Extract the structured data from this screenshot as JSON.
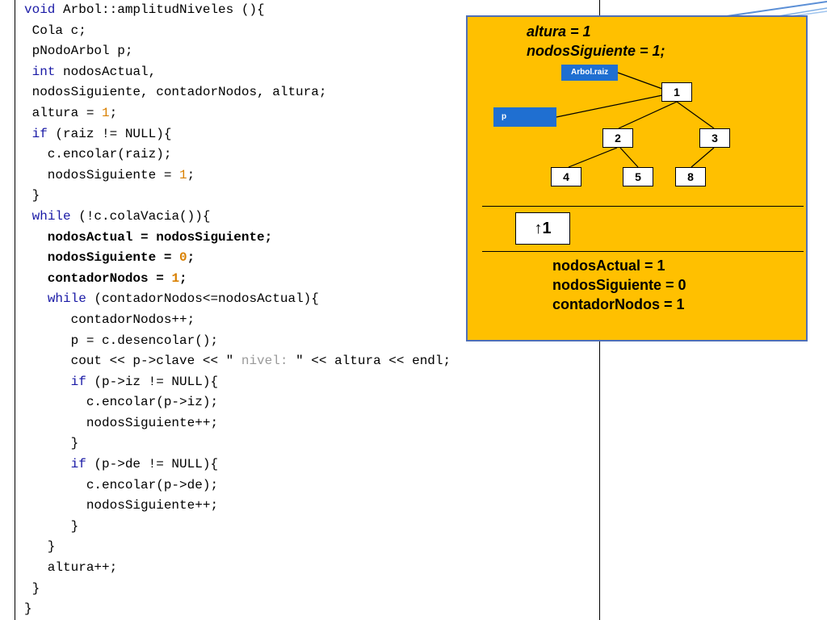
{
  "code_lines": [
    [
      {
        "t": "void ",
        "c": "kw"
      },
      {
        "t": "Arbol::amplitudNiveles (){"
      }
    ],
    [
      {
        "t": " Cola c;"
      }
    ],
    [
      {
        "t": " pNodoArbol p;"
      }
    ],
    [
      {
        "t": " "
      },
      {
        "t": "int",
        "c": "kw"
      },
      {
        "t": " nodosActual,"
      }
    ],
    [
      {
        "t": " nodosSiguiente, contadorNodos, altura;"
      }
    ],
    [
      {
        "t": " altura = "
      },
      {
        "t": "1",
        "c": "num"
      },
      {
        "t": ";"
      }
    ],
    [
      {
        "t": " "
      },
      {
        "t": "if",
        "c": "kw"
      },
      {
        "t": " (raiz != NULL){"
      }
    ],
    [
      {
        "t": "   c.encolar(raiz);"
      }
    ],
    [
      {
        "t": "   nodosSiguiente = "
      },
      {
        "t": "1",
        "c": "num"
      },
      {
        "t": ";"
      }
    ],
    [
      {
        "t": " }"
      }
    ],
    [
      {
        "t": " "
      },
      {
        "t": "while",
        "c": "kw"
      },
      {
        "t": " (!c.colaVacia()){"
      }
    ],
    [
      {
        "t": "   nodosActual = nodosSiguiente;",
        "c": "b"
      }
    ],
    [
      {
        "t": "   nodosSiguiente = ",
        "c": "b"
      },
      {
        "t": "0",
        "c": "num b"
      },
      {
        "t": ";",
        "c": "b"
      }
    ],
    [
      {
        "t": "   contadorNodos = ",
        "c": "b"
      },
      {
        "t": "1",
        "c": "num b"
      },
      {
        "t": ";",
        "c": "b"
      }
    ],
    [
      {
        "t": "   "
      },
      {
        "t": "while",
        "c": "kw"
      },
      {
        "t": " (contadorNodos<=nodosActual){"
      }
    ],
    [
      {
        "t": "      contadorNodos++;"
      }
    ],
    [
      {
        "t": "      p = c.desencolar();"
      }
    ],
    [
      {
        "t": "      cout << p->clave << \""
      },
      {
        "t": " nivel: ",
        "c": "str"
      },
      {
        "t": "\" << altura << endl;"
      }
    ],
    [
      {
        "t": "      "
      },
      {
        "t": "if",
        "c": "kw"
      },
      {
        "t": " (p->iz != NULL){"
      }
    ],
    [
      {
        "t": "        c.encolar(p->iz);"
      }
    ],
    [
      {
        "t": "        nodosSiguiente++;"
      }
    ],
    [
      {
        "t": "      }"
      }
    ],
    [
      {
        "t": "      "
      },
      {
        "t": "if",
        "c": "kw"
      },
      {
        "t": " (p->de != NULL){"
      }
    ],
    [
      {
        "t": "        c.encolar(p->de);"
      }
    ],
    [
      {
        "t": "        nodosSiguiente++;"
      }
    ],
    [
      {
        "t": "      }"
      }
    ],
    [
      {
        "t": "   }"
      }
    ],
    [
      {
        "t": "   altura++;"
      }
    ],
    [
      {
        "t": " }"
      }
    ],
    [
      {
        "t": "}"
      }
    ]
  ],
  "panel": {
    "header_altura": "altura =  1",
    "header_siguiente": "nodosSiguiente = 1;",
    "root_label": "Arbol.raiz",
    "p_label": "p",
    "tree": {
      "n1": "1",
      "n2": "2",
      "n3": "3",
      "n4": "4",
      "n5": "5",
      "n8": "8"
    },
    "queue_value": "↑1",
    "state": {
      "actual": "nodosActual = 1",
      "siguiente": "nodosSiguiente = 0",
      "contador": "contadorNodos = 1"
    }
  },
  "colors": {
    "panel_bg": "#ffc000",
    "panel_border": "#4f6fb6",
    "label_box": "#1f6fd1",
    "keyword": "#1a1aa6",
    "number": "#d98000"
  }
}
